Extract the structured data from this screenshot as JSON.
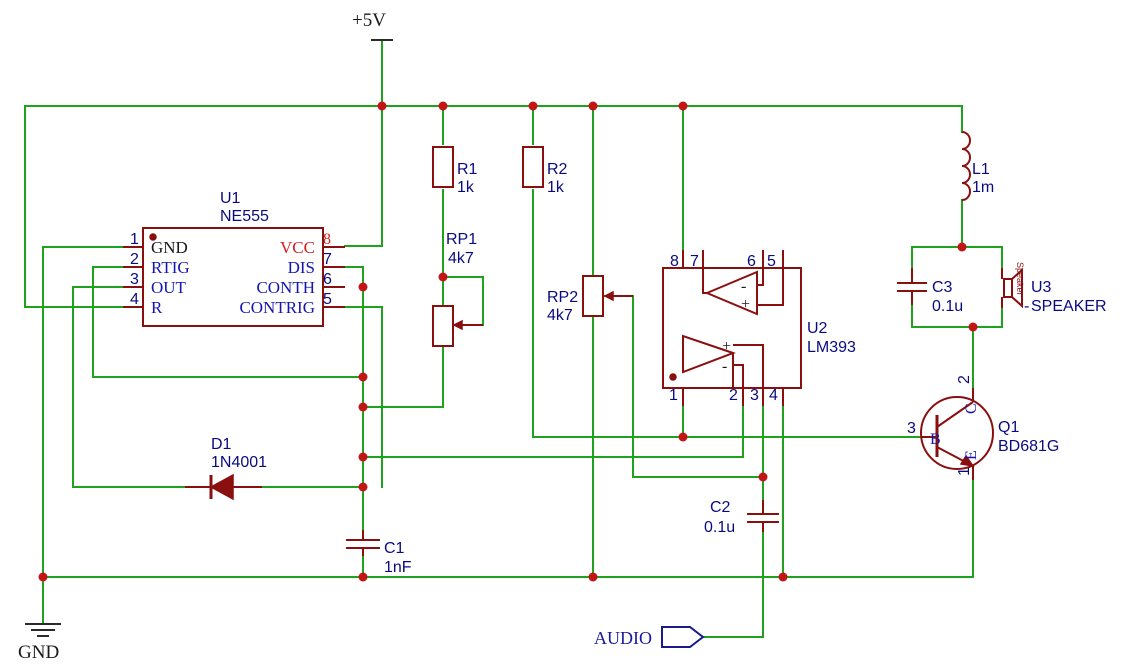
{
  "power": {
    "vcc_label": "+5V",
    "gnd_label": "GND"
  },
  "net_labels": {
    "audio": "AUDIO"
  },
  "u1": {
    "ref": "U1",
    "value": "NE555",
    "pins_left": [
      {
        "num": "1",
        "name": "GND"
      },
      {
        "num": "2",
        "name": "RTIG"
      },
      {
        "num": "3",
        "name": "OUT"
      },
      {
        "num": "4",
        "name": "R"
      }
    ],
    "pins_right": [
      {
        "num": "8",
        "name": "VCC"
      },
      {
        "num": "7",
        "name": "DIS"
      },
      {
        "num": "6",
        "name": "CONTH"
      },
      {
        "num": "5",
        "name": "CONTRIG"
      }
    ]
  },
  "u2": {
    "ref": "U2",
    "value": "LM393",
    "pins_top": [
      "8",
      "7",
      "6",
      "5"
    ],
    "pins_bottom": [
      "1",
      "2",
      "3",
      "4"
    ],
    "opamp_top_signs": [
      "-",
      "+"
    ],
    "opamp_bottom_signs": [
      "+",
      "-"
    ]
  },
  "u3": {
    "ref": "U3",
    "value": "SPEAKER",
    "body_text": "Speaker"
  },
  "r1": {
    "ref": "R1",
    "value": "1k"
  },
  "r2": {
    "ref": "R2",
    "value": "1k"
  },
  "rp1": {
    "ref": "RP1",
    "value": "4k7"
  },
  "rp2": {
    "ref": "RP2",
    "value": "4k7"
  },
  "l1": {
    "ref": "L1",
    "value": "1m"
  },
  "c1": {
    "ref": "C1",
    "value": "1nF"
  },
  "c2": {
    "ref": "C2",
    "value": "0.1u"
  },
  "c3": {
    "ref": "C3",
    "value": "0.1u"
  },
  "d1": {
    "ref": "D1",
    "value": "1N4001"
  },
  "q1": {
    "ref": "Q1",
    "value": "BD681G",
    "pins": [
      {
        "num": "3",
        "name": "B"
      },
      {
        "num": "2",
        "name": "C"
      },
      {
        "num": "1",
        "name": "E"
      }
    ]
  },
  "colors": {
    "wire": "#1fa31f",
    "component": "#8a0f0f",
    "junction": "#c21515",
    "reference_text": "#0a0a80",
    "pin_text": "#1515b0",
    "power_pin_text": "#d42020"
  }
}
